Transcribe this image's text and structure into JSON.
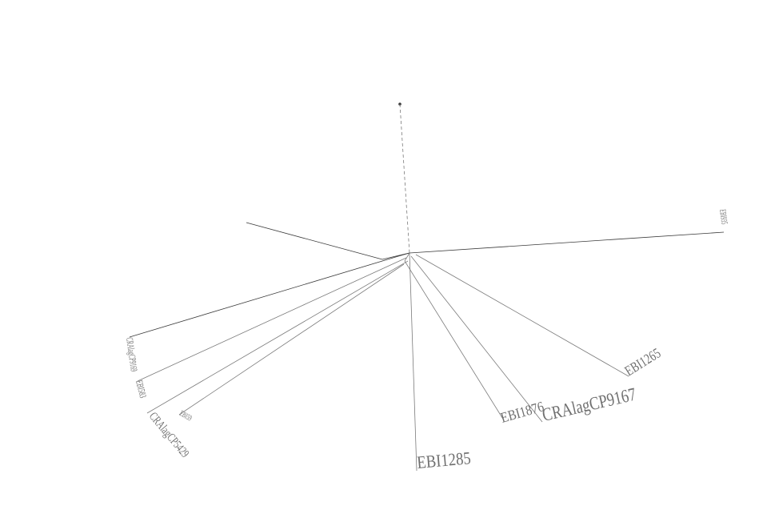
{
  "colors": {
    "background": "#ffffff",
    "branch": "#7a7a7a",
    "branch_dark": "#3a3a3a",
    "label": "#6f6f6f",
    "root_dot": "#333333"
  },
  "tree": {
    "leaves": [
      {
        "id": "leaf-top-right",
        "label": "EBI935"
      },
      {
        "id": "leaf-faint-left",
        "label": ""
      },
      {
        "id": "leaf-left-1",
        "label": "CRAlagCP9169"
      },
      {
        "id": "leaf-left-2",
        "label": "EBI583"
      },
      {
        "id": "leaf-left-3",
        "label": "CRAlagCP5429"
      },
      {
        "id": "leaf-left-4",
        "label": "EBI59"
      },
      {
        "id": "leaf-bottom",
        "label": "EBI1285"
      },
      {
        "id": "leaf-right-1",
        "label": "EBI1876"
      },
      {
        "id": "leaf-right-2",
        "label": "CRAlagCP9167"
      },
      {
        "id": "leaf-right-3",
        "label": "EBI1265"
      }
    ]
  }
}
